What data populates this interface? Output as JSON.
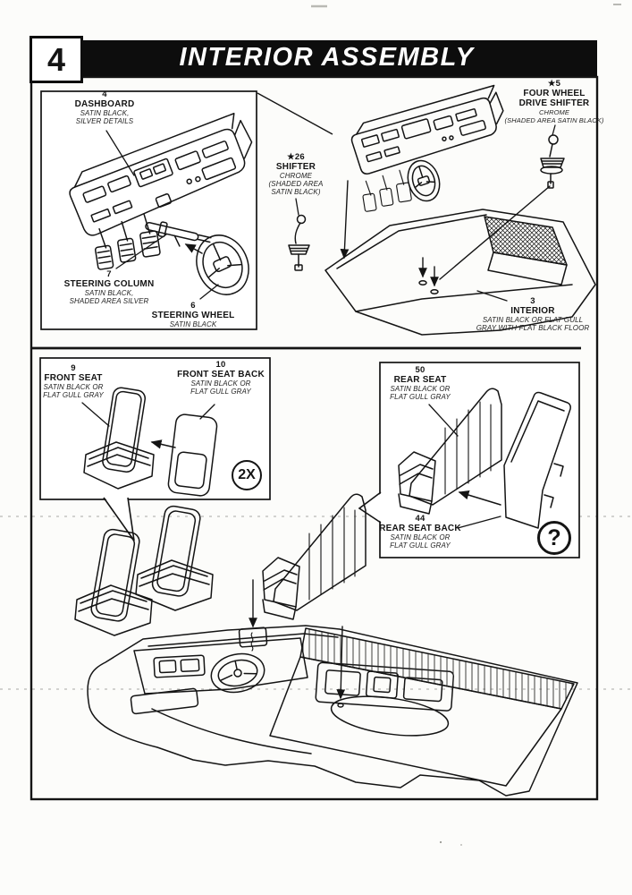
{
  "colors": {
    "paper": "#fcfcfa",
    "ink": "#141414",
    "header_bar": "#0d0d0d"
  },
  "header": {
    "step_number": "4",
    "title": "INTERIOR ASSEMBLY"
  },
  "labels": {
    "dashboard": {
      "num": "4",
      "name": "DASHBOARD",
      "fin1": "SATIN BLACK,",
      "fin2": "SILVER DETAILS"
    },
    "steering_column": {
      "num": "7",
      "name": "STEERING COLUMN",
      "fin1": "SATIN BLACK,",
      "fin2": "SHADED AREA SILVER"
    },
    "steering_wheel": {
      "num": "6",
      "name": "STEERING WHEEL",
      "fin1": "SATIN BLACK"
    },
    "shifter": {
      "num": "★26",
      "name": "SHIFTER",
      "fin1": "CHROME",
      "fin2": "(SHADED AREA",
      "fin3": "SATIN BLACK)"
    },
    "four_wheel_drive_shifter": {
      "num": "★5",
      "name1": "FOUR WHEEL",
      "name2": "DRIVE SHIFTER",
      "fin1": "CHROME",
      "fin2": "(SHADED AREA SATIN BLACK)"
    },
    "interior": {
      "num": "3",
      "name": "INTERIOR",
      "fin1": "SATIN BLACK OR FLAT GULL",
      "fin2": "GRAY WITH FLAT BLACK FLOOR"
    },
    "front_seat": {
      "num": "9",
      "name": "FRONT SEAT",
      "fin1": "SATIN BLACK OR",
      "fin2": "FLAT GULL GRAY"
    },
    "front_seat_back": {
      "num": "10",
      "name": "FRONT SEAT BACK",
      "fin1": "SATIN BLACK OR",
      "fin2": "FLAT GULL GRAY"
    },
    "rear_seat": {
      "num": "50",
      "name": "REAR SEAT",
      "fin1": "SATIN BLACK OR",
      "fin2": "FLAT GULL GRAY"
    },
    "rear_seat_back": {
      "num": "44",
      "name": "REAR SEAT BACK",
      "fin1": "SATIN BLACK OR",
      "fin2": "FLAT GULL GRAY"
    }
  },
  "badges": {
    "quantity": "2X",
    "unknown": "?"
  }
}
